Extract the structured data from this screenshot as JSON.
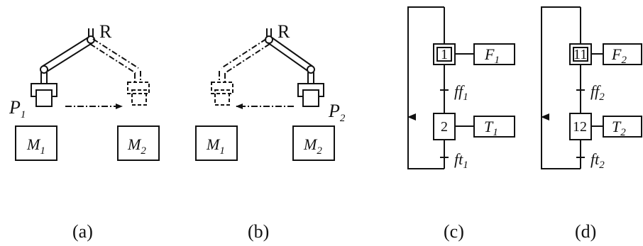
{
  "panels": {
    "a": {
      "caption": "(a)",
      "robot_label": "R",
      "position_label": "P",
      "position_sub": "1",
      "machines": [
        {
          "name": "M",
          "sub": "1"
        },
        {
          "name": "M",
          "sub": "2"
        }
      ]
    },
    "b": {
      "caption": "(b)",
      "robot_label": "R",
      "position_label": "P",
      "position_sub": "2",
      "machines": [
        {
          "name": "M",
          "sub": "1"
        },
        {
          "name": "M",
          "sub": "2"
        }
      ]
    },
    "c": {
      "caption": "(c)",
      "initial_step": "1",
      "initial_action": {
        "name": "F",
        "sub": "1"
      },
      "transition_1": {
        "name": "ff",
        "sub": "1"
      },
      "step": "2",
      "step_action": {
        "name": "T",
        "sub": "1"
      },
      "transition_2": {
        "name": "ft",
        "sub": "1"
      }
    },
    "d": {
      "caption": "(d)",
      "initial_step": "11",
      "initial_action": {
        "name": "F",
        "sub": "2"
      },
      "transition_1": {
        "name": "ff",
        "sub": "2"
      },
      "step": "12",
      "step_action": {
        "name": "T",
        "sub": "2"
      },
      "transition_2": {
        "name": "ft",
        "sub": "2"
      }
    }
  },
  "colors": {
    "ink": "#111111",
    "background": "#ffffff"
  }
}
